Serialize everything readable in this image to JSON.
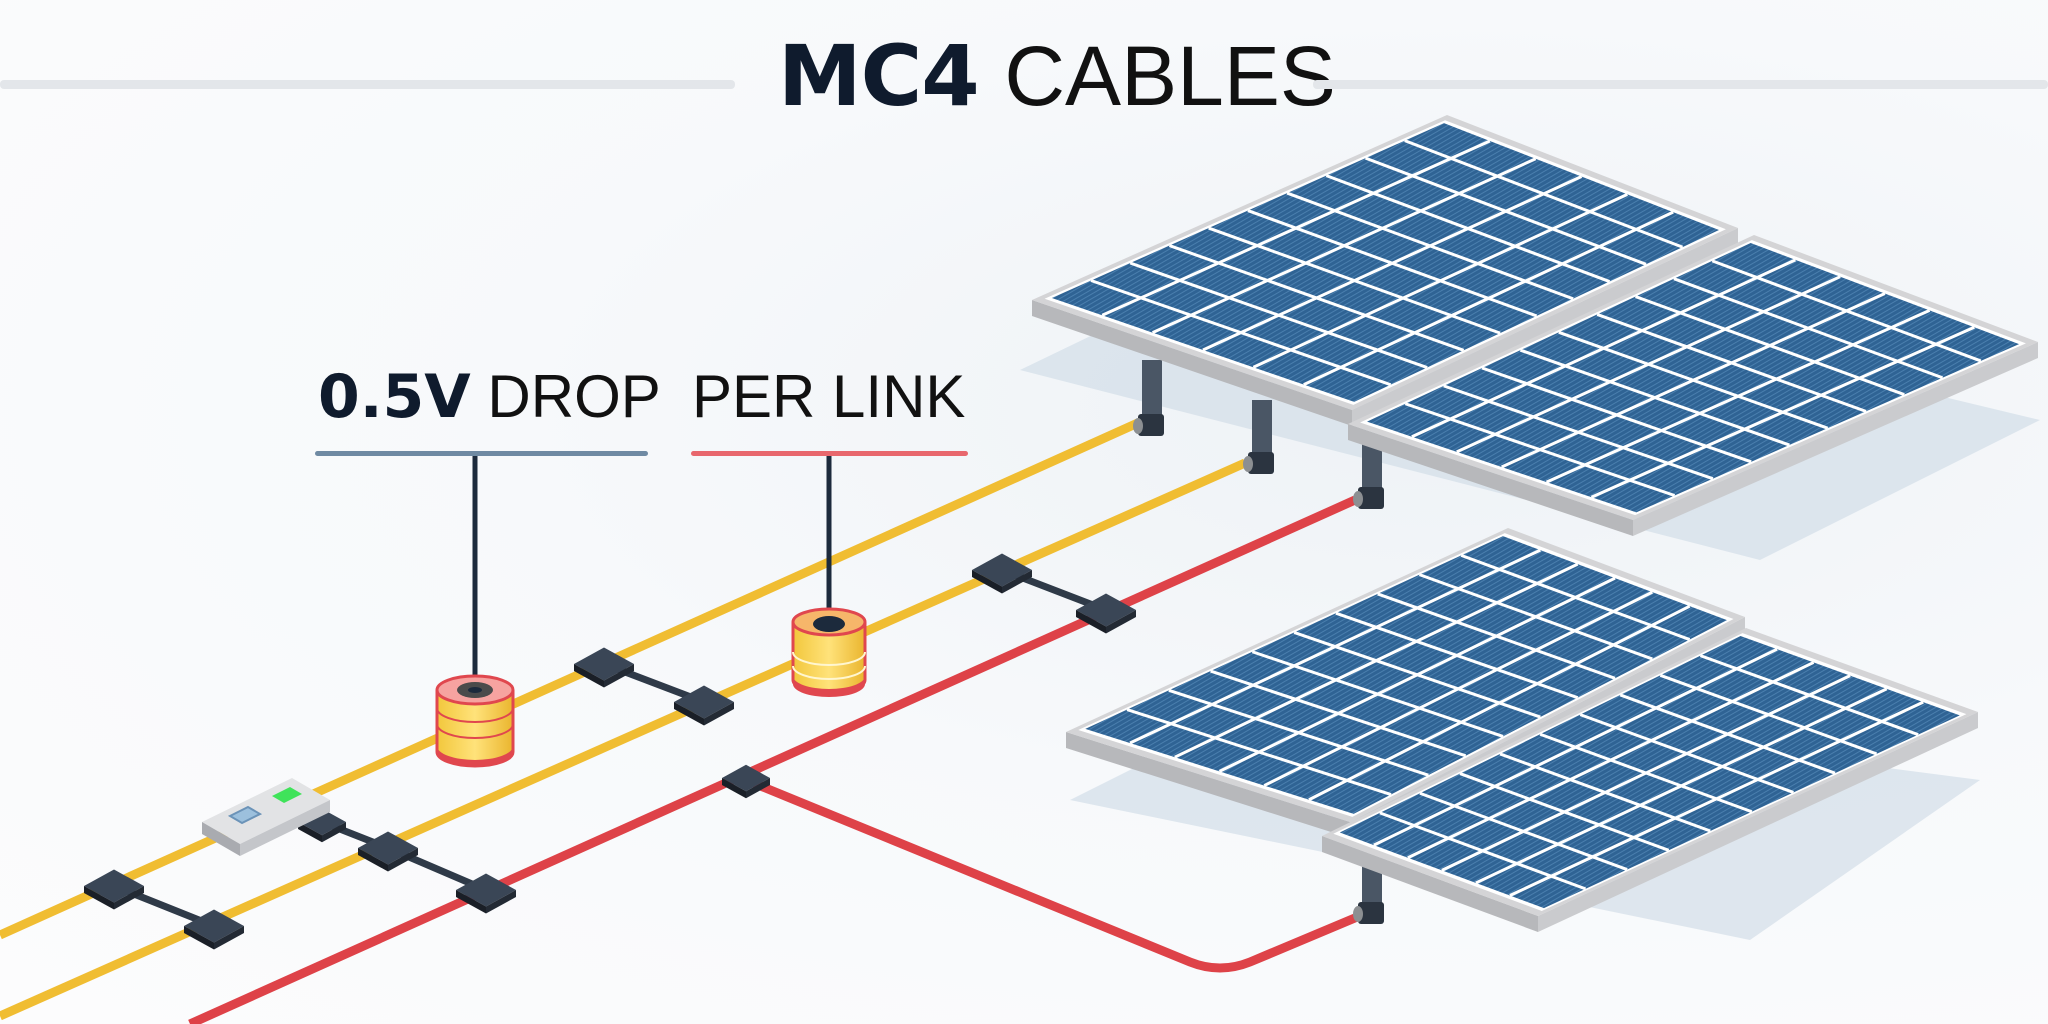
{
  "title": {
    "bold": "MC4",
    "light": "CABLES"
  },
  "callouts": [
    {
      "bold": "0.5V",
      "light": "DROP",
      "rule_color": "#6f8aa3"
    },
    {
      "bold": "",
      "light": "PER LINK",
      "rule_color": "#e8676d"
    }
  ],
  "colors": {
    "cable_positive": "#f0bd32",
    "cable_negative": "#de4248",
    "connector": "#3a4656",
    "panel_cell": "#2f6394",
    "panel_frame": "#d4d4d6",
    "indicator_green": "#3fe35a"
  },
  "components": {
    "cables": [
      "yellow-cable-1",
      "yellow-cable-2",
      "red-cable"
    ],
    "panel_arrays": 2,
    "panels_per_array": 2,
    "drop_markers": 2,
    "junction_box": "junction-box-icon"
  }
}
